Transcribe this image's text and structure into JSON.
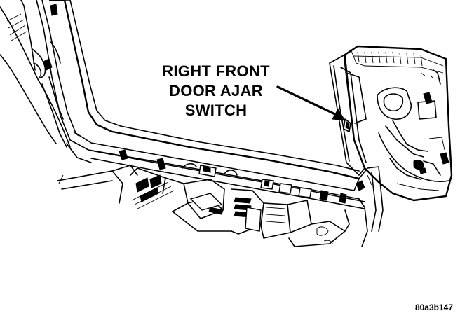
{
  "callout": {
    "line1": "RIGHT FRONT",
    "line2": "DOOR AJAR",
    "line3": "SWITCH"
  },
  "figure_id": "80a3b147"
}
